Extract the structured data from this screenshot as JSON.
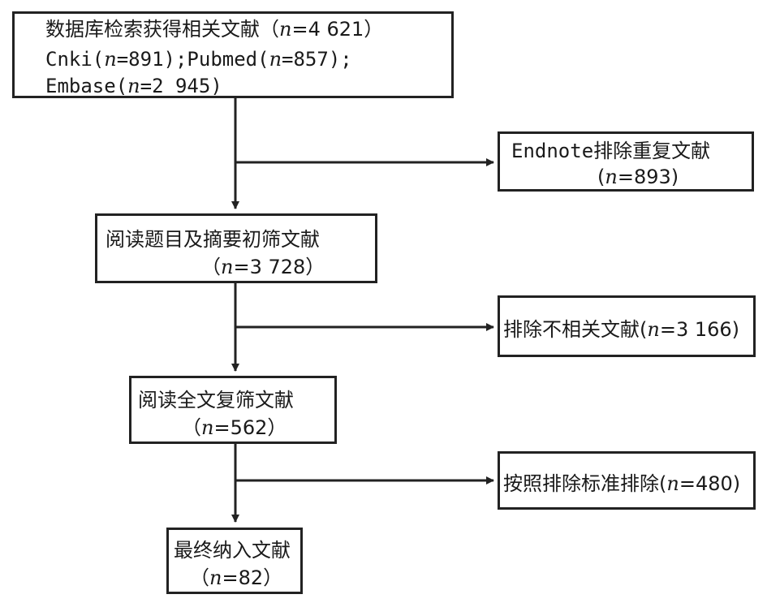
{
  "boxes": {
    "search": {
      "line1": {
        "pre": "数据库检索获得相关文献（",
        "var": "n",
        "post": "=4 621）"
      },
      "line2": {
        "pre1": "Cnki(",
        "var1": "n",
        "mid": "=891);Pubmed(",
        "var2": "n",
        "post": "=857);"
      },
      "line3": {
        "pre": "Embase(",
        "var": "n",
        "post": "=2 945)"
      }
    },
    "dedup": {
      "line1": "Endnote排除重复文献",
      "line2": {
        "pre": "(",
        "var": "n",
        "post": "=893)"
      }
    },
    "screen_title": {
      "line1": "阅读题目及摘要初筛文献",
      "line2": {
        "pre": "（",
        "var": "n",
        "post": "=3 728）"
      }
    },
    "irrelevant": {
      "line1": {
        "pre": "排除不相关文献(",
        "var": "n",
        "post": "=3 166)"
      }
    },
    "fulltext": {
      "line1": "阅读全文复筛文献",
      "line2": {
        "pre": "（",
        "var": "n",
        "post": "=562）"
      }
    },
    "criteria": {
      "line1": {
        "pre": "按照排除标准排除(",
        "var": "n",
        "post": "=480)"
      }
    },
    "included": {
      "line1": "最终纳入文献",
      "line2": {
        "pre": "（",
        "var": "n",
        "post": "=82）"
      }
    }
  }
}
